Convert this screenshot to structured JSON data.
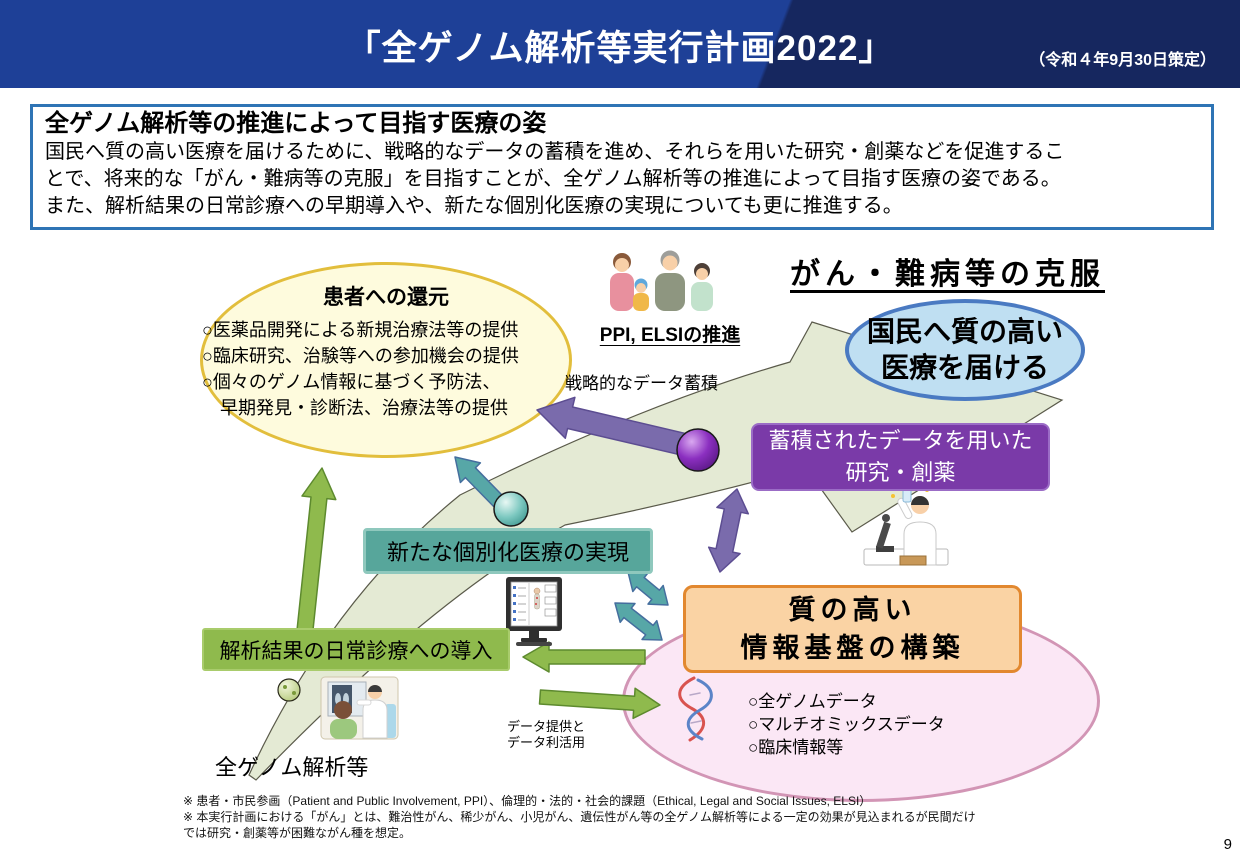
{
  "header": {
    "title": "「全ゲノム解析等実行計画2022」",
    "date_note": "（令和４年9月30日策定）"
  },
  "intro": {
    "heading": "全ゲノム解析等の推進によって目指す医療の姿",
    "line1": "国民へ質の高い医療を届けるために、戦略的なデータの蓄積を進め、それらを用いた研究・創薬などを促進するこ",
    "line2": "とで、将来的な「がん・難病等の克服」を目指すことが、全ゲノム解析等の推進によって目指す医療の姿である。",
    "line3": "また、解析結果の日常診療への早期導入や、新たな個別化医療の実現についても更に推進する。"
  },
  "diagram": {
    "goal_heading": "がん・難病等の克服",
    "patient_return": {
      "title": "患者への還元",
      "items": [
        "○医薬品開発による新規治療法等の提供",
        "○臨床研究、治験等への参加機会の提供",
        "○個々のゲノム情報に基づく予防法、",
        "　早期発見・診断法、治療法等の提供"
      ]
    },
    "ppi_label": "PPI, ELSIの推進",
    "strategic_data_label": "戦略的なデータ蓄積",
    "blue_ellipse": {
      "line1": "国民へ質の高い",
      "line2": "医療を届ける"
    },
    "purple_box": {
      "line1": "蓄積されたデータを用いた",
      "line2": "研究・創薬"
    },
    "teal_box_label": "新たな個別化医療の実現",
    "green_box_label": "解析結果の日常診療への導入",
    "orange_box": {
      "line1": "質の高い",
      "line2": "情報基盤の構築"
    },
    "infra_items": [
      "○全ゲノムデータ",
      "○マルチオミックスデータ",
      "○臨床情報等"
    ],
    "data_flow_label": {
      "line1": "データ提供と",
      "line2": "データ利活用"
    },
    "wgs_label": "全ゲノム解析等",
    "icons": {
      "family": "family-icon",
      "researcher": "researcher-icon",
      "monitor": "monitor-icon",
      "doctor_patient": "doctor-patient-icon",
      "dna": "dna-icon"
    }
  },
  "footnotes": {
    "line1": "※ 患者・市民参画（Patient and Public Involvement, PPI）、倫理的・法的・社会的課題（Ethical, Legal and Social Issues, ELSI）",
    "line2": "※ 本実行計画における「がん」とは、難治性がん、稀少がん、小児がん、遺伝性がん等の全ゲノム解析等による一定の効果が見込まれるが民間だけ",
    "line3": "では研究・創薬等が困難ながん種を想定。"
  },
  "page_number": "9",
  "colors": {
    "header_blue": "#1E4097",
    "header_dark_blue": "#16275F",
    "intro_border_blue": "#2E74B5",
    "yellow_ellipse_fill": "#FEFBDD",
    "yellow_ellipse_border": "#E2BE3C",
    "blue_ellipse_fill": "#BFDFF2",
    "blue_ellipse_border": "#4A7AC2",
    "purple_box_fill": "#7A3AA8",
    "teal_box_fill": "#57A69B",
    "green_box_fill": "#8FBA4D",
    "orange_box_fill": "#FAD3A4",
    "orange_box_border": "#E2882F",
    "pink_ellipse_fill": "#FBE7F5",
    "pink_ellipse_border": "#D295B5",
    "swoosh_fill": "#E4EAD4",
    "purple_arrow": "#7A6BAC",
    "teal_arrow": "#57A7A7",
    "green_arrow": "#8FBA4D"
  }
}
